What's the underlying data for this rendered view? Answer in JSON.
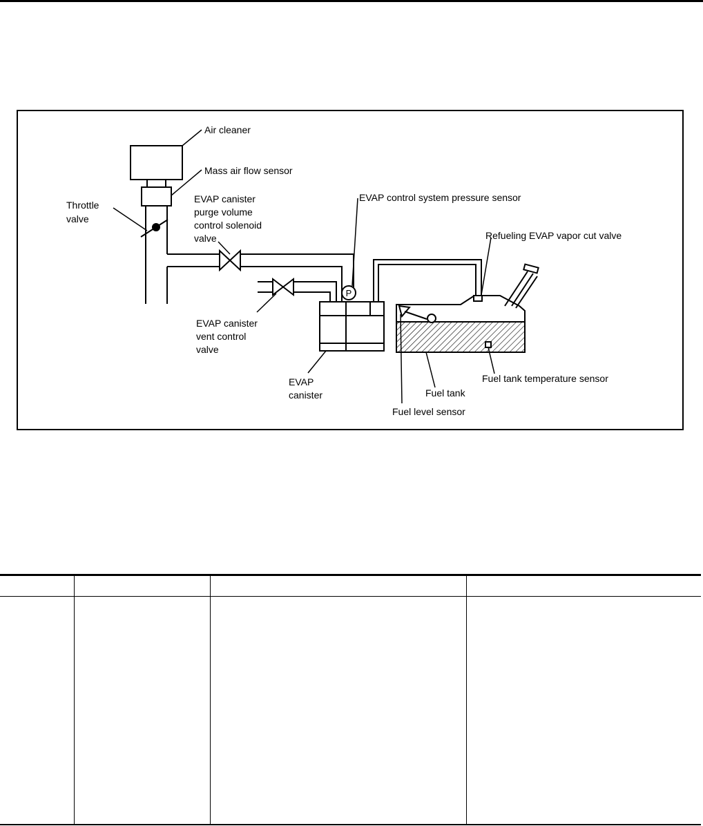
{
  "diagram": {
    "labels": {
      "air_cleaner": "Air cleaner",
      "mass_air_flow_sensor": "Mass air flow sensor",
      "throttle_valve": [
        "Throttle",
        "valve"
      ],
      "purge_valve": [
        "EVAP canister",
        "purge volume",
        "control solenoid",
        "valve"
      ],
      "pressure_sensor": "EVAP control system pressure sensor",
      "pressure_sensor_symbol": "P",
      "vapor_cut_valve": "Refueling EVAP vapor cut valve",
      "vent_valve": [
        "EVAP canister",
        "vent control",
        "valve"
      ],
      "canister": [
        "EVAP",
        "canister"
      ],
      "fuel_tank_temp_sensor": "Fuel tank temperature sensor",
      "fuel_tank": "Fuel tank",
      "fuel_level_sensor": "Fuel level sensor"
    }
  },
  "table": {
    "headers": [
      "",
      "",
      "",
      ""
    ]
  }
}
